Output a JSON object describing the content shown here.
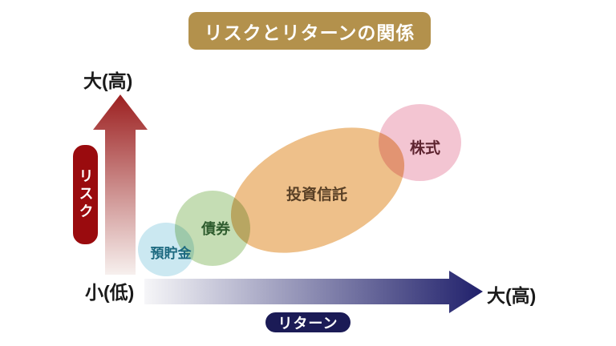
{
  "title": {
    "label": "リスクとリターンの関係",
    "bg": "#b3914c",
    "text_color": "#ffffff"
  },
  "risk_axis": {
    "label": "リスク",
    "max_label": "大(高)",
    "min_label": "小(低)",
    "badge_bg": "#9a0b0e",
    "badge_text_color": "#ffffff",
    "arrow_top_color": "#9c2020",
    "arrow_bottom_color": "#f7f0ee"
  },
  "return_axis": {
    "label": "リターン",
    "max_label": "大(高)",
    "badge_bg": "#1b1b56",
    "badge_text_color": "#ffffff",
    "arrow_left_color": "#f6f6f8",
    "arrow_right_color": "#20206b"
  },
  "bubbles": [
    {
      "label": "預貯金",
      "fill": "#cbe8f1",
      "text_color": "#1d6a80"
    },
    {
      "label": "債券",
      "fill": "#c5ddb4",
      "text_color": "#2e5c2e"
    },
    {
      "label": "投資信託",
      "fill": "#eec08a",
      "text_color": "#594026"
    },
    {
      "label": "株式",
      "fill": "#f3c5d2",
      "text_color": "#5e2430"
    }
  ],
  "chart_data": {
    "type": "scatter",
    "title": "リスクとリターンの関係",
    "xlabel": "リターン",
    "ylabel": "リスク",
    "x_axis_endpoints": [
      "小(低)",
      "大(高)"
    ],
    "y_axis_endpoints": [
      "小(低)",
      "大(高)"
    ],
    "legend_position": "none",
    "grid": false,
    "points": [
      {
        "label": "預貯金",
        "x": 0.08,
        "y": 0.1,
        "size": "small"
      },
      {
        "label": "債券",
        "x": 0.2,
        "y": 0.27,
        "size": "medium"
      },
      {
        "label": "投資信託",
        "x": 0.51,
        "y": 0.48,
        "size": "large"
      },
      {
        "label": "株式",
        "x": 0.81,
        "y": 0.74,
        "size": "medium"
      }
    ]
  }
}
